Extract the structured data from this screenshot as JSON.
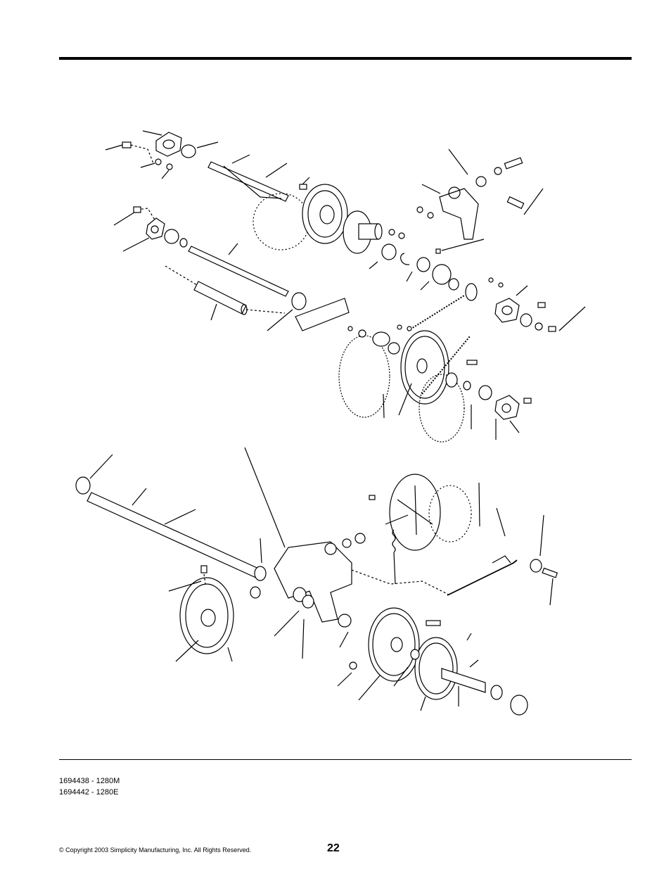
{
  "diagram": {
    "description_visible": false
  },
  "footer": {
    "part_numbers": [
      "1694438 - 1280M",
      "1694442 - 1280E"
    ],
    "copyright": "© Copyright 2003 Simplicity Manufacturing, Inc. All Rights Reserved.",
    "page_number": "22"
  }
}
